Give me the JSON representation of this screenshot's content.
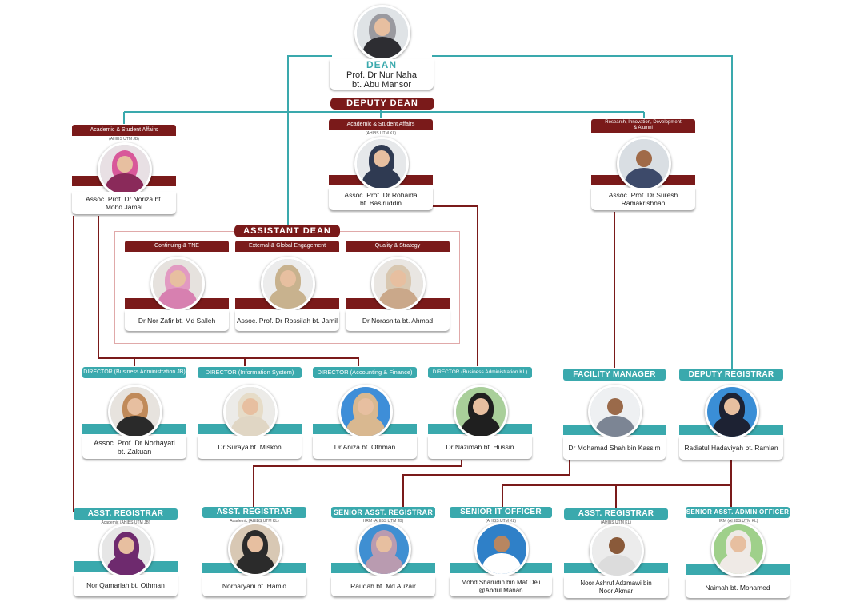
{
  "dean": {
    "title": "DEAN",
    "name_line1": "Prof. Dr Nur Naha",
    "name_line2": "bt. Abu Mansor"
  },
  "deputy_dean_label": "DEPUTY DEAN",
  "deputy_deans": [
    {
      "role": "Academic & Student Affairs",
      "campus": "(AHIBS UTM JB)",
      "name_line1": "Assoc. Prof. Dr Noriza bt.",
      "name_line2": "Mohd Jamal"
    },
    {
      "role": "Academic & Student Affairs",
      "campus": "(AHIBS UTM KL)",
      "name_line1": "Assoc. Prof. Dr Rohaida",
      "name_line2": "bt. Basiruddin"
    },
    {
      "role_line1": "Research, Innovation, Development",
      "role_line2": "& Alumni",
      "name_line1": "Assoc. Prof. Dr Suresh",
      "name_line2": "Ramakrishnan"
    }
  ],
  "assistant_dean_label": "ASSISTANT DEAN",
  "assistant_deans": [
    {
      "role": "Continuing & TNE",
      "name": "Dr Nor Zafir bt. Md Salleh"
    },
    {
      "role": "External & Global Engagement",
      "name": "Assoc. Prof. Dr Rossilah bt. Jamil"
    },
    {
      "role": "Quality & Strategy",
      "name": "Dr Norasnita bt. Ahmad"
    }
  ],
  "directors": [
    {
      "title": "DIRECTOR (Business Administration JB)",
      "name_line1": "Assoc. Prof. Dr Norhayati",
      "name_line2": "bt. Zakuan"
    },
    {
      "title": "DIRECTOR (Information System)",
      "name_line1": "Dr Suraya bt. Miskon",
      "name_line2": ""
    },
    {
      "title": "DIRECTOR (Accounting & Finance)",
      "name_line1": "Dr Aniza bt. Othman",
      "name_line2": ""
    },
    {
      "title": "DIRECTOR (Business Administration KL)",
      "name_line1": "Dr Nazimah bt. Hussin",
      "name_line2": ""
    }
  ],
  "facility_manager": {
    "title": "FACILITY MANAGER",
    "name": "Dr Mohamad Shah bin Kassim"
  },
  "deputy_registrar": {
    "title": "DEPUTY REGISTRAR",
    "name": "Radiatul Hadaviyah bt. Ramlan"
  },
  "staff": [
    {
      "title": "ASST. REGISTRAR",
      "sub": "Academic (AHIBS UTM JB)",
      "name_line1": "Nor Qamariah bt. Othman",
      "name_line2": ""
    },
    {
      "title": "ASST. REGISTRAR",
      "sub": "Academic (AHIBS UTM KL)",
      "name_line1": "Norharyani bt. Hamid",
      "name_line2": ""
    },
    {
      "title": "SENIOR ASST. REGISTRAR",
      "sub": "HRM (AHIBS UTM JB)",
      "name_line1": "Raudah bt. Md Auzair",
      "name_line2": ""
    },
    {
      "title": "SENIOR IT OFFICER",
      "sub": "(AHIBS UTM KL)",
      "name_line1": "Mohd Sharudin bin Mat Deli",
      "name_line2": "@Abdul Manan"
    },
    {
      "title": "ASST. REGISTRAR",
      "sub": "(AHIBS UTM KL)",
      "name_line1": "Noor Ashruf Adzmawi bin",
      "name_line2": "Noor Akmar"
    },
    {
      "title": "SENIOR ASST. ADMIN OFFICER",
      "sub": "HRM (AHIBS UTM KL)",
      "name_line1": "Naimah bt. Mohamed",
      "name_line2": ""
    }
  ],
  "colors": {
    "maroon": "#7a1a1a",
    "teal": "#3aa9ad",
    "line_maroon": "#7a1a1a",
    "line_teal": "#3aa9ad"
  }
}
